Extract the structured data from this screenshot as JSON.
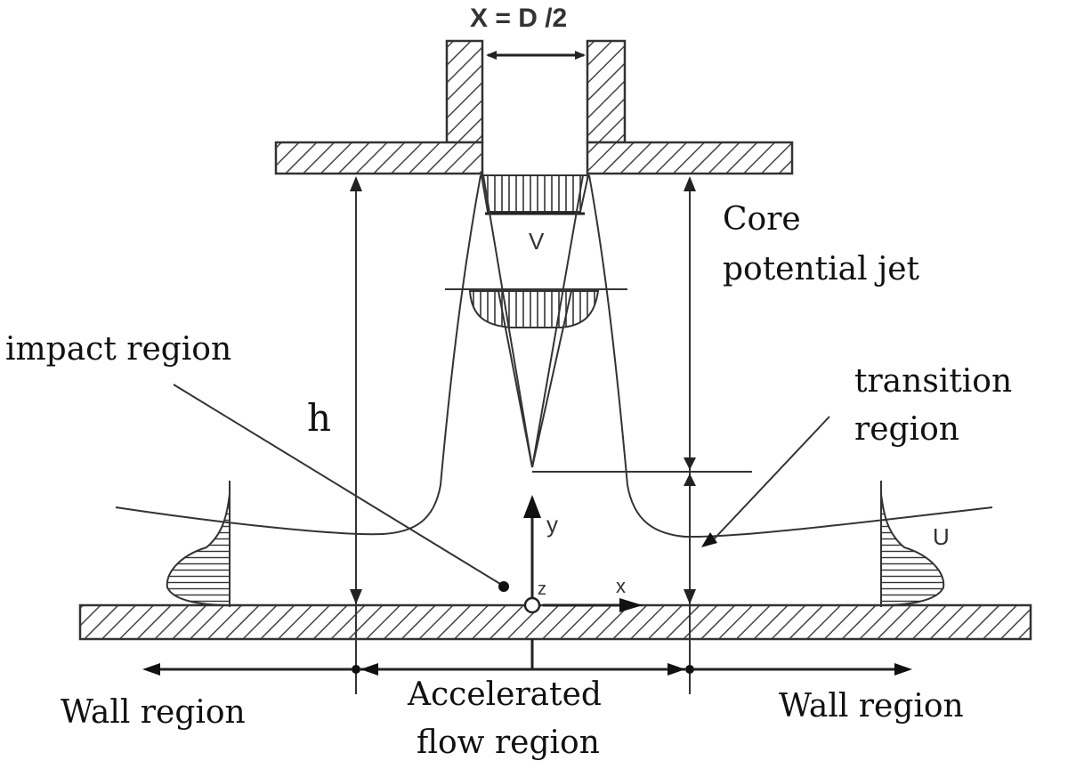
{
  "labels": {
    "nozzle_width": "X    = D  /2",
    "core_line1": "Core",
    "core_line2": "potential jet",
    "impact": "impact region",
    "height": "h",
    "transition_line1": "transition",
    "transition_line2": "region",
    "velocity_v": "V",
    "velocity_u": "U",
    "axis_x": "x",
    "axis_y": "y",
    "axis_z": "z",
    "wall_left": "Wall region",
    "wall_right": "Wall region",
    "accel_line1": "Accelerated",
    "accel_line2": "flow region"
  },
  "colors": {
    "line": "#333333",
    "hatch": "#444444",
    "background": "#ffffff",
    "text": "#111111"
  }
}
